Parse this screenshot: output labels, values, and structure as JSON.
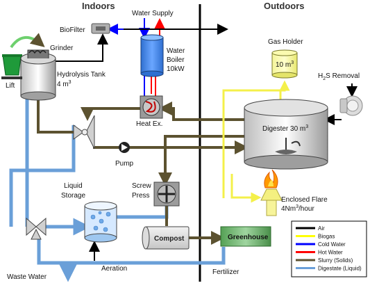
{
  "headers": {
    "indoors": "Indoors",
    "outdoors": "Outdoors"
  },
  "labels": {
    "water_supply": "Water Supply",
    "biofilter": "BioFilter",
    "grinder": "Grinder",
    "water_boiler_1": "Water",
    "water_boiler_2": "Boiler",
    "water_boiler_3": "10kW",
    "hydrolysis_1": "Hydrolysis Tank",
    "hydrolysis_2": "4 m",
    "hydrolysis_2_sup": "3",
    "lift": "Lift",
    "heat_ex": "Heat Ex.",
    "pump": "Pump",
    "gas_holder": "Gas Holder",
    "gas_holder_vol": "10 m",
    "gas_holder_vol_sup": "3",
    "h2s_1": "H",
    "h2s_sub": "2",
    "h2s_2": "S Removal",
    "digester": "Digester 30 m",
    "digester_sup": "3",
    "liquid_1": "Liquid",
    "liquid_2": "Storage",
    "screw_1": "Screw",
    "screw_2": "Press",
    "compost": "Compost",
    "greenhouse": "Greenhouse",
    "flare_1": "Enclosed Flare",
    "flare_2": "4Nm",
    "flare_2_sup": "3",
    "flare_2_end": "/hour",
    "aeration": "Aeration",
    "waste_water": "Waste Water",
    "fertilizer": "Fertilizer"
  },
  "legend": [
    {
      "label": "Air",
      "color": "#000000"
    },
    {
      "label": "Biogas",
      "color": "#ffff00"
    },
    {
      "label": "Cold Water",
      "color": "#0000ff"
    },
    {
      "label": "Hot Water",
      "color": "#ff0000"
    },
    {
      "label": "Slurry (Solids)",
      "color": "#5c5230"
    },
    {
      "label": "Digestate (Liquid)",
      "color": "#6a9fd8"
    }
  ],
  "colors": {
    "air": "#000000",
    "biogas": "#f4f04a",
    "cold_water": "#0000ff",
    "hot_water": "#ff0000",
    "slurry": "#5c5230",
    "digestate": "#6a9fd8"
  }
}
